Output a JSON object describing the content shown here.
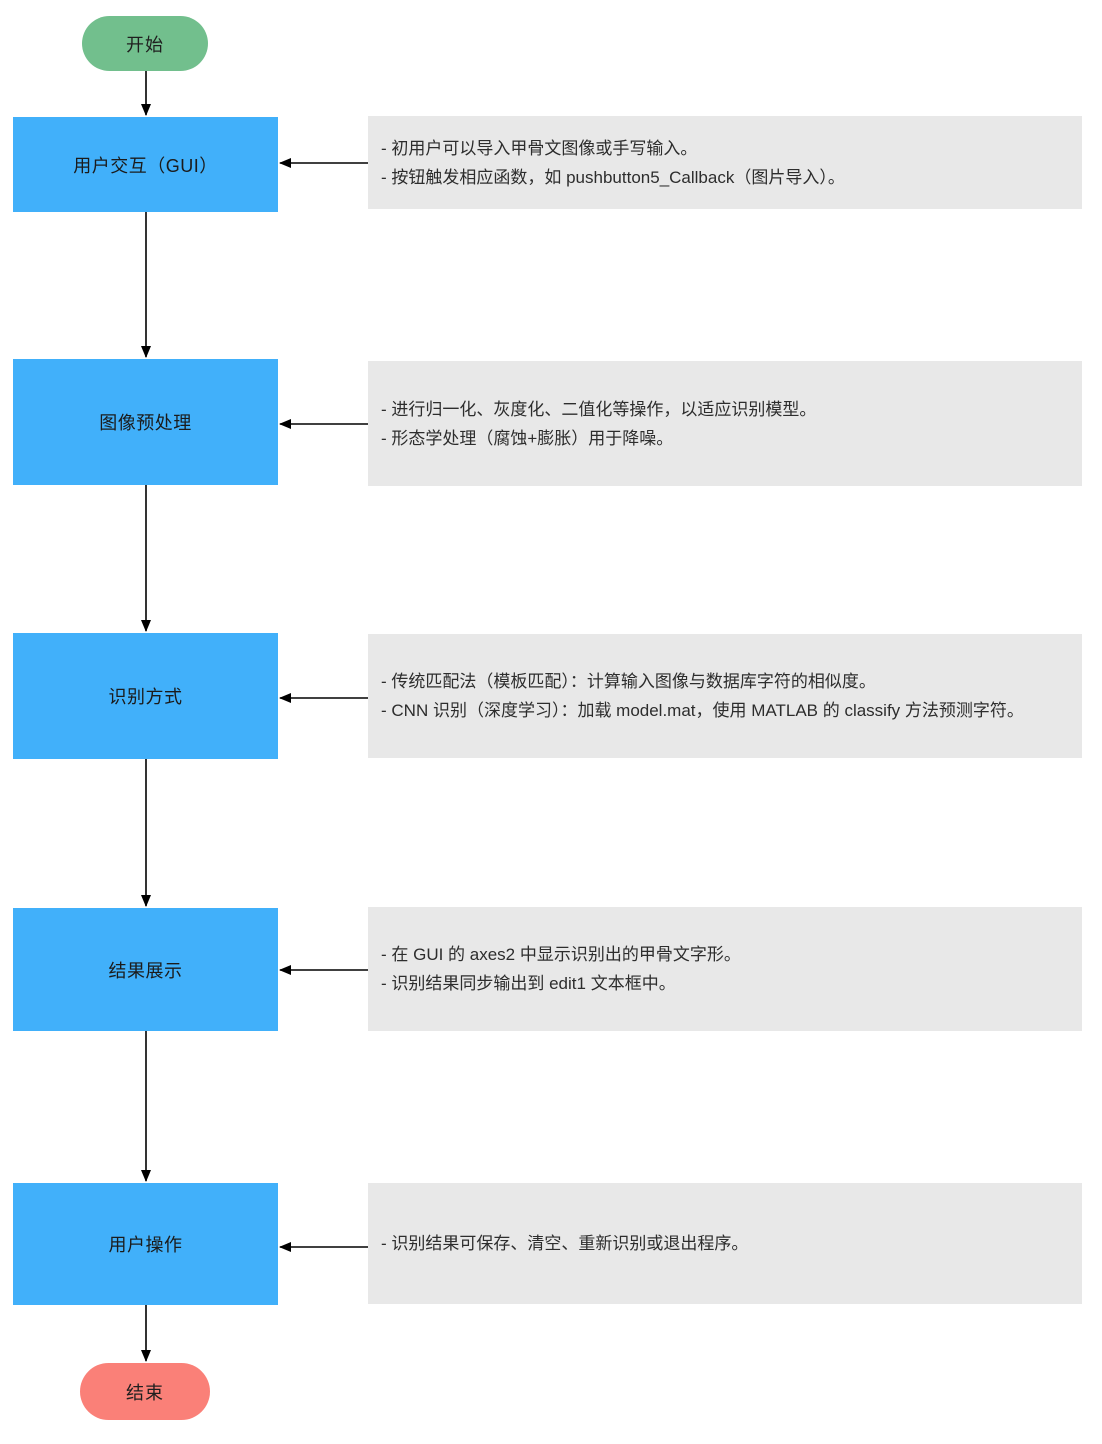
{
  "flowchart": {
    "start": {
      "label": "开始"
    },
    "end": {
      "label": "结束"
    },
    "steps": [
      {
        "label": "用户交互（GUI）",
        "notes": [
          "- 初用户可以导入甲骨文图像或手写输入。",
          "- 按钮触发相应函数，如 pushbutton5_Callback（图片导入）。"
        ]
      },
      {
        "label": "图像预处理",
        "notes": [
          "- 进行归一化、灰度化、二值化等操作，以适应识别模型。",
          "- 形态学处理（腐蚀+膨胀）用于降噪。"
        ]
      },
      {
        "label": "识别方式",
        "notes": [
          "- 传统匹配法（模板匹配）：计算输入图像与数据库字符的相似度。",
          "- CNN 识别（深度学习）：加载 model.mat，使用 MATLAB 的 classify 方法预测字符。"
        ]
      },
      {
        "label": "结果展示",
        "notes": [
          "- 在 GUI 的 axes2 中显示识别出的甲骨文字形。",
          "- 识别结果同步输出到 edit1 文本框中。"
        ]
      },
      {
        "label": "用户操作",
        "notes": [
          "- 识别结果可保存、清空、重新识别或退出程序。"
        ]
      }
    ],
    "colors": {
      "start_fill": "#72bf8d",
      "step_fill": "#41b0fa",
      "note_fill": "#e8e8e8",
      "end_fill": "#fa8078",
      "arrow": "#000000",
      "text": "#1f1f1f"
    }
  }
}
